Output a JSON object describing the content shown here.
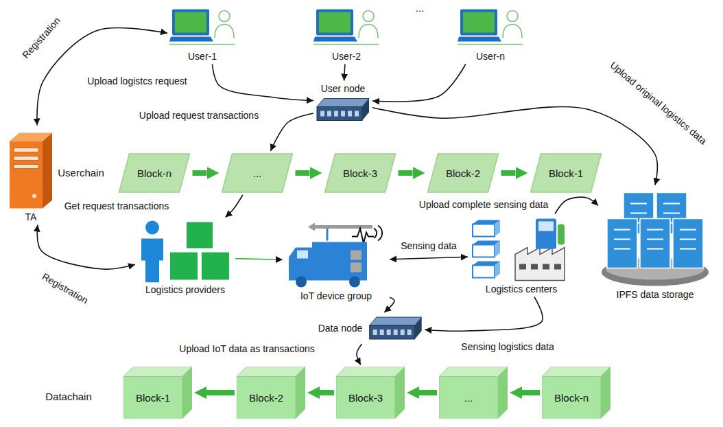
{
  "diagram": {
    "nodes": [
      {
        "text": [
          "User-1"
        ]
      },
      {
        "text": [
          "User-2"
        ]
      },
      {
        "text": [
          "User-n"
        ]
      },
      {
        "text": [
          "User node"
        ]
      },
      {
        "text": [
          "TA"
        ]
      },
      {
        "text": [
          "Block-n"
        ]
      },
      {
        "text": [
          "..."
        ]
      },
      {
        "text": [
          "Block-3"
        ]
      },
      {
        "text": [
          "Block-2"
        ]
      },
      {
        "text": [
          "Block-1"
        ]
      },
      {
        "text": [
          "Logistics providers"
        ]
      },
      {
        "text": [
          "IoT device group"
        ]
      },
      {
        "text": [
          "Logistics centers"
        ]
      },
      {
        "text": [
          "IPFS data storage"
        ]
      },
      {
        "text": [
          "Data node"
        ]
      },
      {
        "text": [
          "Block-1"
        ]
      },
      {
        "text": [
          "Block-2"
        ]
      },
      {
        "text": [
          "Block-3"
        ]
      },
      {
        "text": [
          "..."
        ]
      },
      {
        "text": [
          "Block-n"
        ]
      }
    ],
    "edges": [
      {
        "from": 4,
        "to": 0,
        "arrow": "both",
        "label": "Registration"
      },
      {
        "from": 0,
        "to": 3,
        "arrow": "to",
        "label": "Upload logistcs request"
      },
      {
        "from": 1,
        "to": 3,
        "arrow": "to"
      },
      {
        "from": 2,
        "to": 3,
        "arrow": "to"
      },
      {
        "from": 3,
        "to": 6,
        "arrow": "to",
        "label": "Upload request transactions"
      },
      {
        "from": 3,
        "to": 13,
        "arrow": "to",
        "label": "Upload original logistics data"
      },
      {
        "from": 5,
        "to": 6,
        "arrow": "to"
      },
      {
        "from": 6,
        "to": 7,
        "arrow": "to"
      },
      {
        "from": 7,
        "to": 8,
        "arrow": "to"
      },
      {
        "from": 8,
        "to": 9,
        "arrow": "to"
      },
      {
        "from": 6,
        "to": 10,
        "arrow": "to",
        "label": "Get request transactions"
      },
      {
        "from": 4,
        "to": 10,
        "arrow": "both",
        "label": "Registration"
      },
      {
        "from": 10,
        "to": 11,
        "arrow": "to"
      },
      {
        "from": 11,
        "to": 12,
        "arrow": "both",
        "label": "Sensing data"
      },
      {
        "from": 12,
        "to": 13,
        "arrow": "to",
        "label": "Upload complete sensing data"
      },
      {
        "from": 12,
        "to": 14,
        "arrow": "to",
        "label": "Sensing logistics data"
      },
      {
        "from": 11,
        "to": 14,
        "arrow": "to"
      },
      {
        "from": 14,
        "to": 17,
        "arrow": "to",
        "label": "Upload IoT data as transactions"
      },
      {
        "from": 19,
        "to": 18,
        "arrow": "to"
      },
      {
        "from": 18,
        "to": 17,
        "arrow": "to"
      },
      {
        "from": 17,
        "to": 16,
        "arrow": "to"
      },
      {
        "from": 16,
        "to": 15,
        "arrow": "to"
      }
    ],
    "labels": [
      "...",
      "Userchain",
      "Datachain"
    ]
  }
}
